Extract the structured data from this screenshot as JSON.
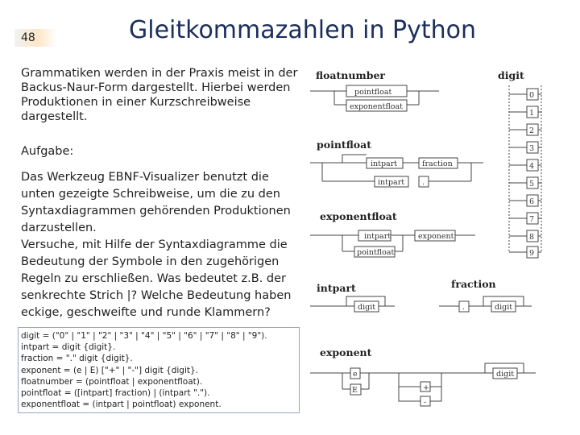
{
  "slide_number": "48",
  "title": "Gleitkommazahlen in Python",
  "intro": "Grammatiken werden in der Praxis meist in der Backus-Naur-Form dargestellt. Hierbei werden Produktionen in einer Kurzschreibweise dargestellt.",
  "task_heading": "Aufgabe:",
  "paragraph1": "Das Werkzeug EBNF-Visualizer benutzt die unten gezeigte Schreibweise, um die zu den Syntaxdiagrammen gehörenden Produktionen darzustellen.",
  "paragraph2": "Versuche, mit Hilfe der Syntaxdiagramme die Bedeutung der Symbole in den zugehörigen Regeln zu erschließen. Was bedeutet z.B. der senkrechte Strich |? Welche Bedeutung haben eckige, geschweifte und runde Klammern?",
  "grammar_lines": [
    "digit = (\"0\" | \"1\" | \"2\" | \"3\" | \"4\" | \"5\" | \"6\" | \"7\" | \"8\" | \"9\").",
    "intpart = digit {digit}.",
    "fraction = \".\" digit {digit}.",
    "exponent = (e | E) [\"+\" | \"-\"] digit {digit}.",
    "floatnumber = (pointfloat | exponentfloat).",
    "pointfloat = ([intpart] fraction) | (intpart \".\").",
    "exponentfloat = (intpart | pointfloat) exponent."
  ],
  "diagrams": {
    "floatnumber": {
      "label": "floatnumber",
      "opt1": "pointfloat",
      "opt2": "exponentfloat"
    },
    "pointfloat": {
      "label": "pointfloat",
      "intpart": "intpart",
      "fraction": "fraction",
      "intpart2": "intpart",
      "dot": "."
    },
    "exponentfloat": {
      "label": "exponentfloat",
      "opt1": "intpart",
      "opt2": "pointfloat",
      "exponent": "exponent"
    },
    "intpart": {
      "label": "intpart",
      "digit": "digit"
    },
    "fraction": {
      "label": "fraction",
      "dot": ".",
      "digit": "digit"
    },
    "exponent": {
      "label": "exponent",
      "e": "e",
      "E": "E",
      "plus": "+",
      "minus": "-",
      "digit": "digit"
    },
    "digit": {
      "label": "digit",
      "values": [
        "0",
        "1",
        "2",
        "3",
        "4",
        "5",
        "6",
        "7",
        "8",
        "9"
      ]
    }
  }
}
